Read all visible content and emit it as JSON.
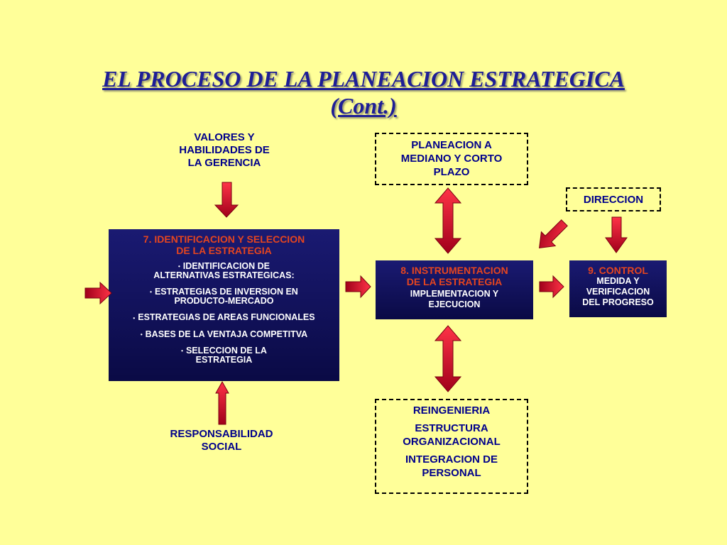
{
  "title": {
    "line1": "EL PROCESO DE LA PLANEACION ESTRATEGICA",
    "line2": "(Cont.)"
  },
  "labels": {
    "valores": [
      "VALORES Y",
      "HABILIDADES DE",
      "LA GERENCIA"
    ],
    "responsabilidad": [
      "RESPONSABILIDAD",
      "SOCIAL"
    ]
  },
  "dashed_boxes": {
    "planeacion": [
      "PLANEACION A",
      "MEDIANO Y CORTO",
      "PLAZO"
    ],
    "direccion": "DIRECCION",
    "reingenieria": [
      "REINGENIERIA",
      "ESTRUCTURA",
      "ORGANIZACIONAL",
      "INTEGRACION DE",
      "PERSONAL"
    ]
  },
  "step7": {
    "heading": [
      "7. IDENTIFICACION Y SELECCION",
      "DE LA ESTRATEGIA"
    ],
    "items": [
      [
        "IDENTIFICACION DE",
        "ALTERNATIVAS ESTRATEGICAS:"
      ],
      [
        "ESTRATEGIAS DE INVERSION EN",
        "PRODUCTO-MERCADO"
      ],
      [
        "ESTRATEGIAS DE AREAS FUNCIONALES"
      ],
      [
        "BASES DE LA VENTAJA COMPETITVA"
      ],
      [
        "SELECCION DE LA",
        "ESTRATEGIA"
      ]
    ]
  },
  "step8": {
    "heading": [
      "8. INSTRUMENTACION",
      "DE LA ESTRATEGIA"
    ],
    "text": [
      "IMPLEMENTACION Y",
      "EJECUCION"
    ]
  },
  "step9": {
    "heading": "9. CONTROL",
    "text": [
      "MEDIDA Y",
      "VERIFICACION",
      "DEL PROGRESO"
    ]
  },
  "colors": {
    "background": "#FFFF99",
    "title": "#1E1E96",
    "label_text": "#00008B",
    "box_fill": "#0f0f5a",
    "box_heading": "#E5451F",
    "arrow": "#D0102A"
  }
}
